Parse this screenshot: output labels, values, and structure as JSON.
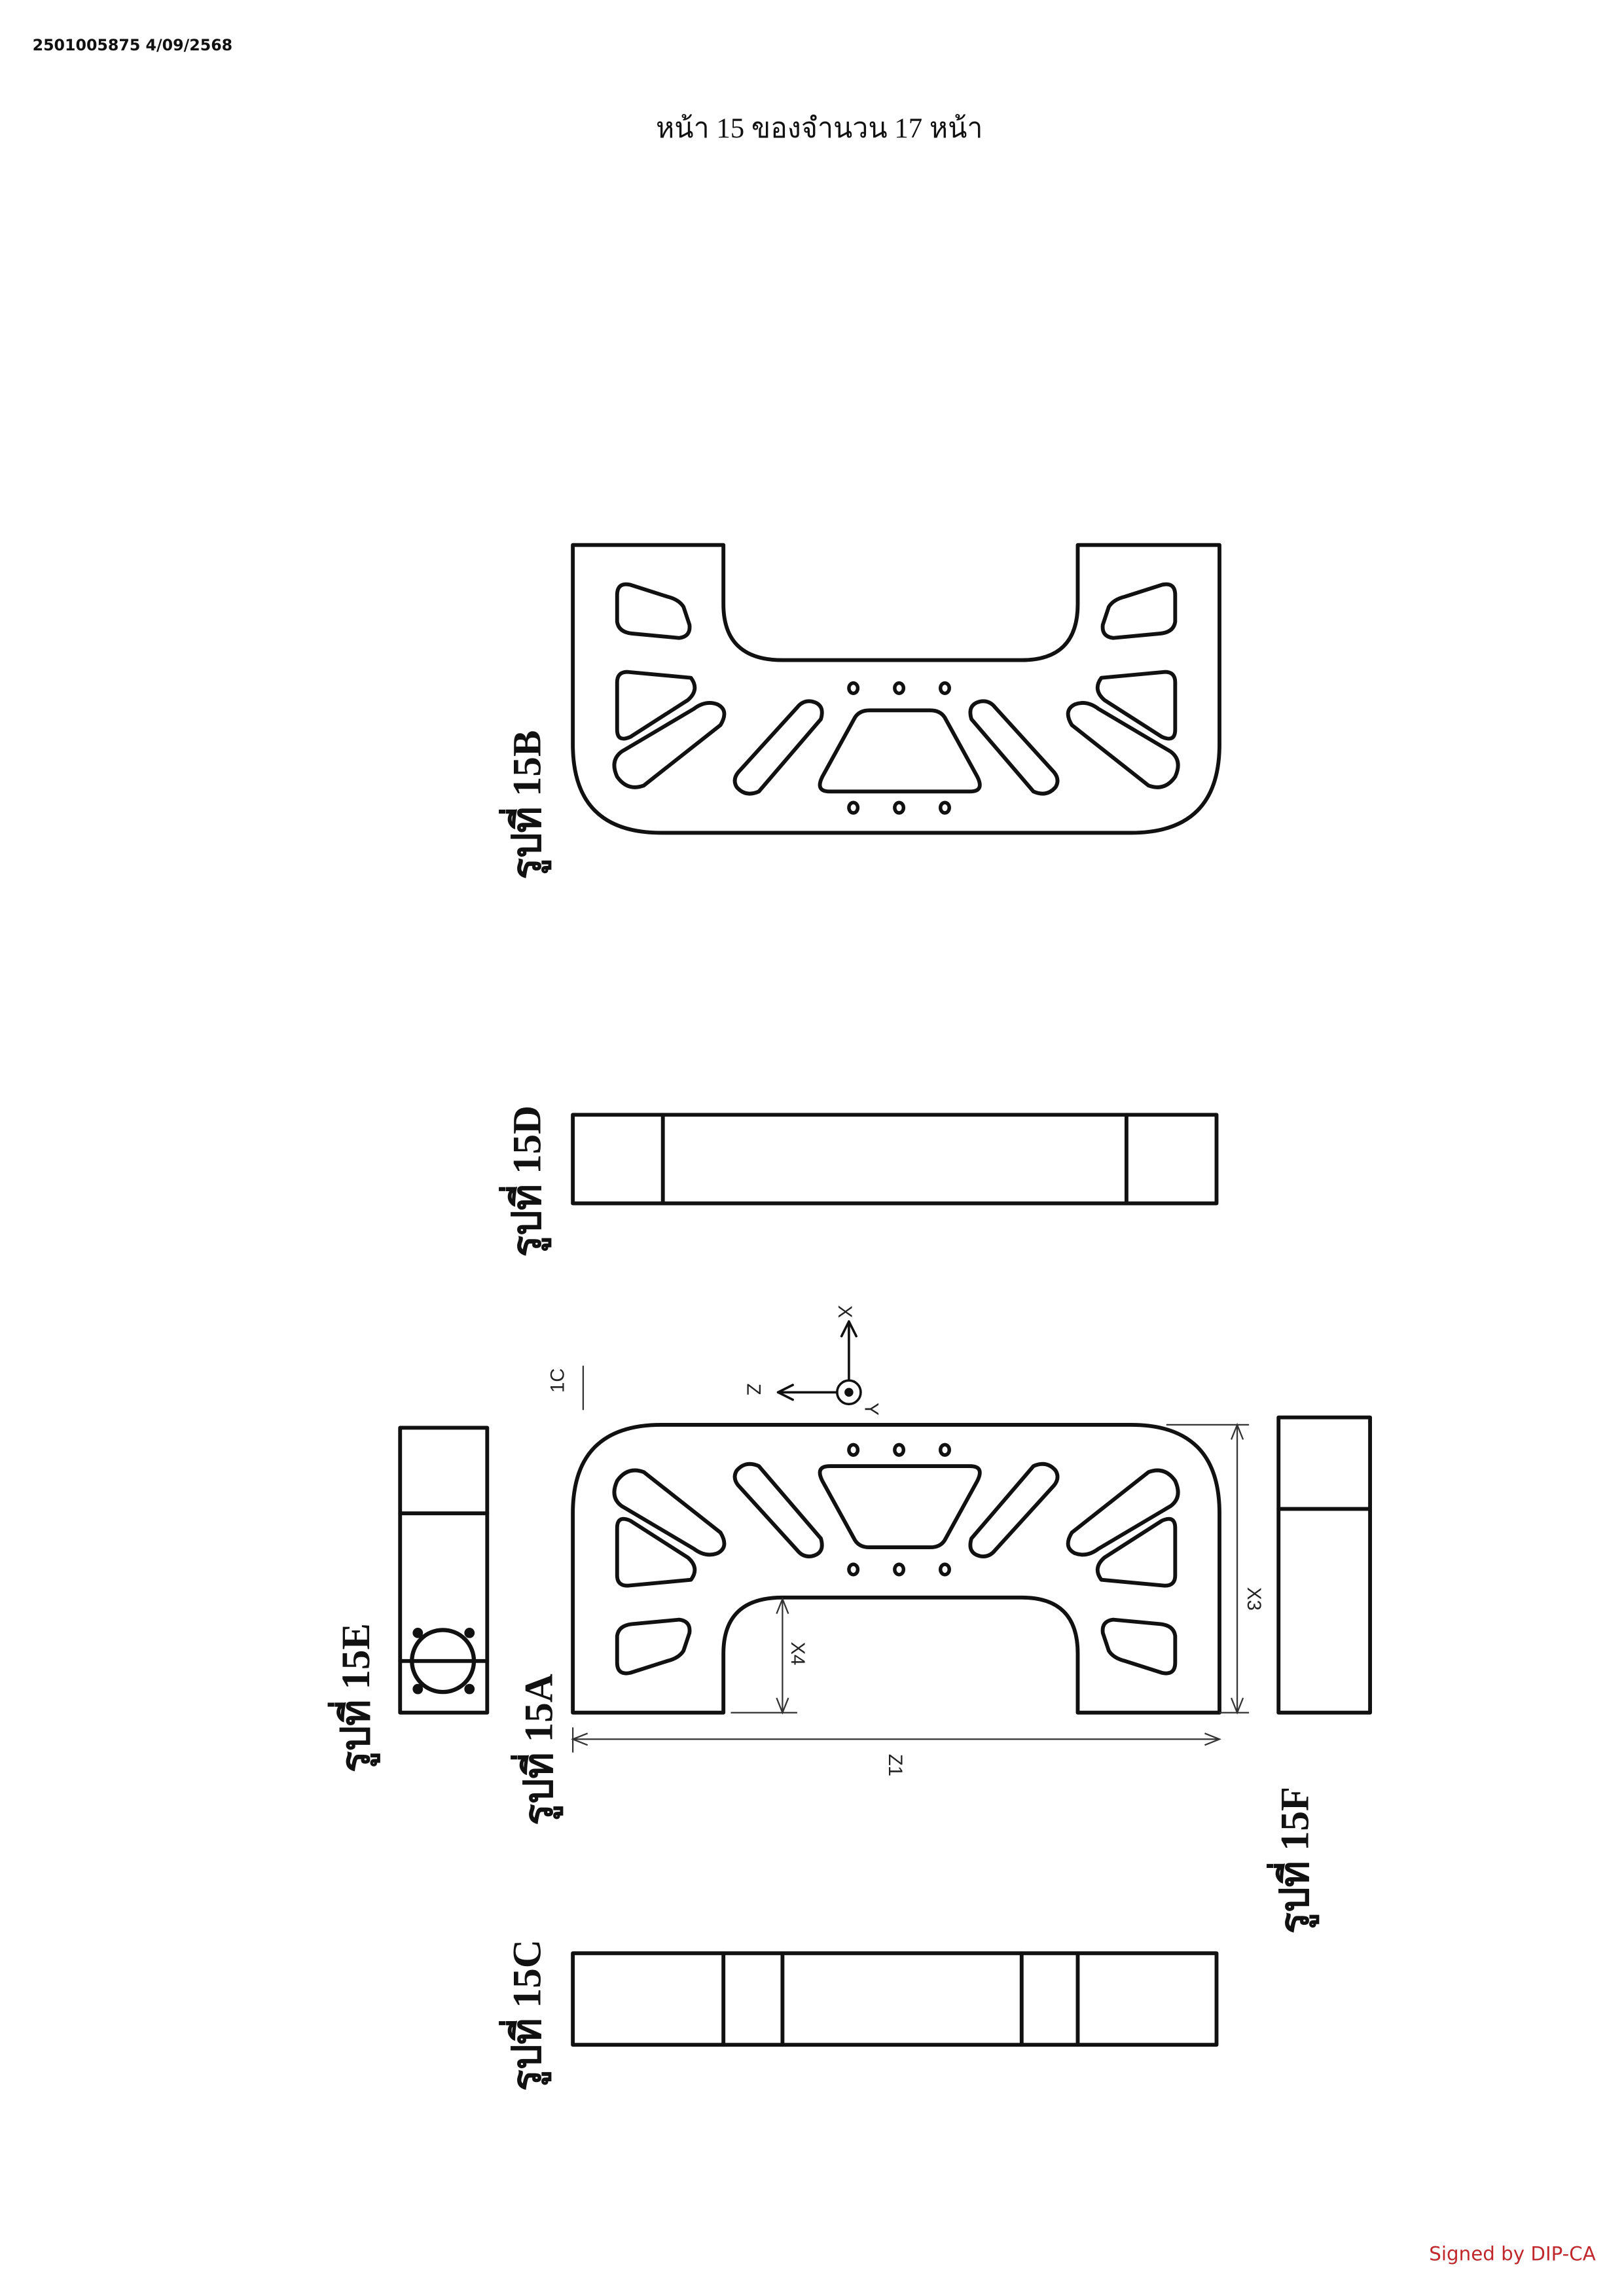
{
  "header": {
    "doc_id": "2501005875 4/09/2568",
    "page_title": "หน้า 15 ของจำนวน 17 หน้า"
  },
  "figures": {
    "fig_15a": "รูปที่ 15A",
    "fig_15b": "รูปที่ 15B",
    "fig_15c": "รูปที่ 15C",
    "fig_15d": "รูปที่ 15D",
    "fig_15e": "รูปที่ 15E",
    "fig_15f": "รูปที่ 15F"
  },
  "dimensions": {
    "z1": "Z1",
    "x3": "X3",
    "x4": "X4",
    "section": "1C"
  },
  "axes": {
    "x": "X",
    "y": "Y",
    "z": "Z"
  },
  "footer": {
    "signature": "Signed by DIP-CA",
    "signature_color": "#c0282d"
  }
}
